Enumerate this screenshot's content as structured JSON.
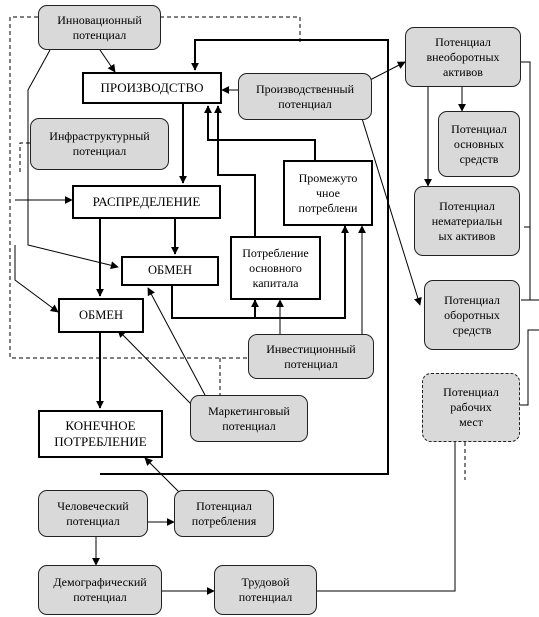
{
  "nodes": {
    "innovation": "Инновационный\nпотенциал",
    "production": "ПРОИЗВОДСТВО",
    "production_potential": "Производственный\nпотенциал",
    "infrastructure": "Инфраструктурный\nпотенциал",
    "distribution": "РАСПРЕДЕЛЕНИЕ",
    "intermediate_consumption": "Промежуто\nчное\nпотреблени",
    "exchange_upper": "ОБМЕН",
    "fixed_capital_consumption": "Потребление\nосновного\nкапитала",
    "exchange_lower": "ОБМЕН",
    "investment": "Инвестиционный\nпотенциал",
    "final_consumption": "КОНЕЧНОЕ\nПОТРЕБЛЕНИЕ",
    "marketing": "Маркетинговый\nпотенциал",
    "human": "Человеческий\nпотенциал",
    "consumption_potential": "Потенциал\nпотребления",
    "demographic": "Демографический\nпотенциал",
    "labor": "Трудовой\nпотенциал",
    "non_current_assets": "Потенциал\nвнеоборотных\nактивов",
    "fixed_assets": "Потенциал\nосновных\nсредств",
    "intangible_assets": "Потенциал\nнематериальн\nых активов",
    "current_assets": "Потенциал\nоборотных\nсредств",
    "workplaces": "Потенциал\nрабочих\nмест"
  }
}
